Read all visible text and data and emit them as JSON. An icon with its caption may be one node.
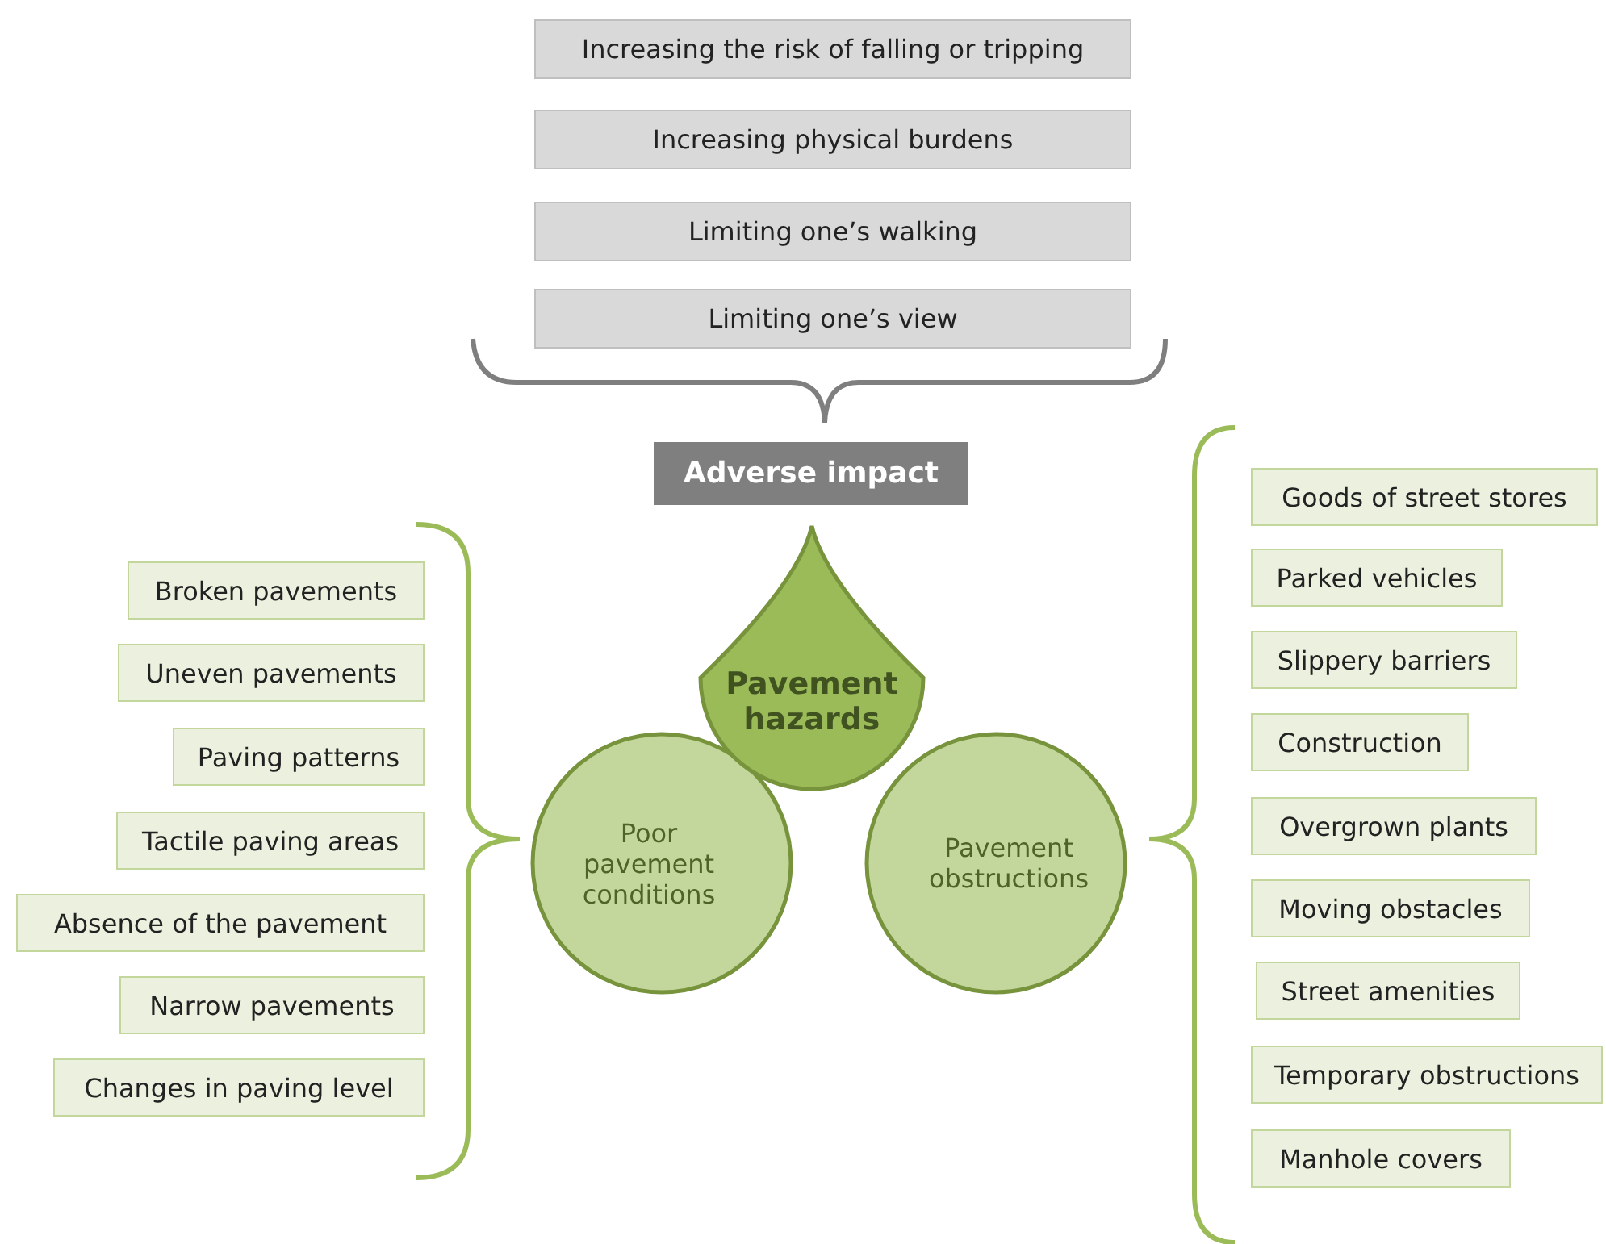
{
  "diagram": {
    "nodes": [
      {
        "text": [
          "Increasing the risk of falling or tripping"
        ]
      },
      {
        "text": [
          "Increasing physical burdens"
        ]
      },
      {
        "text": [
          "Limiting one’s walking"
        ]
      },
      {
        "text": [
          "Limiting one’s view"
        ]
      },
      {
        "text": [
          "Adverse impact"
        ]
      },
      {
        "text": [
          "Pavement hazards"
        ]
      },
      {
        "text": [
          "Poor pavement conditions"
        ]
      },
      {
        "text": [
          "Pavement obstructions"
        ]
      },
      {
        "text": [
          "Broken pavements"
        ]
      },
      {
        "text": [
          "Uneven pavements"
        ]
      },
      {
        "text": [
          "Paving patterns"
        ]
      },
      {
        "text": [
          "Tactile paving areas"
        ]
      },
      {
        "text": [
          "Absence of the pavement"
        ]
      },
      {
        "text": [
          "Narrow pavements"
        ]
      },
      {
        "text": [
          "Changes in paving level"
        ]
      },
      {
        "text": [
          "Goods of street stores"
        ]
      },
      {
        "text": [
          "Parked vehicles"
        ]
      },
      {
        "text": [
          "Slippery barriers"
        ]
      },
      {
        "text": [
          "Construction"
        ]
      },
      {
        "text": [
          "Overgrown plants"
        ]
      },
      {
        "text": [
          "Moving obstacles"
        ]
      },
      {
        "text": [
          "Street amenities"
        ]
      },
      {
        "text": [
          "Temporary obstructions"
        ]
      },
      {
        "text": [
          "Manhole covers"
        ]
      }
    ],
    "edges": []
  }
}
